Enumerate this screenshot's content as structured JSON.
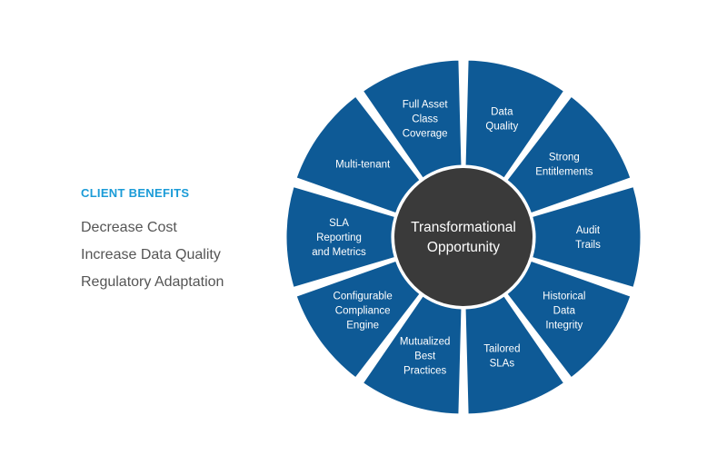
{
  "colors": {
    "segment_fill": "#0e5a96",
    "segment_stroke": "#ffffff",
    "center_fill": "#3a3a3a",
    "heading_accent": "#1a9bd7",
    "benefit_text": "#555555"
  },
  "client_benefits": {
    "heading": "CLIENT BENEFITS",
    "items": [
      "Decrease Cost",
      "Increase Data Quality",
      "Regulatory Adaptation"
    ]
  },
  "wheel": {
    "center_label": [
      "Transformational",
      "Opportunity"
    ],
    "segments": [
      {
        "lines": [
          "Data",
          "Quality"
        ]
      },
      {
        "lines": [
          "Strong",
          "Entitlements"
        ]
      },
      {
        "lines": [
          "Audit",
          "Trails"
        ]
      },
      {
        "lines": [
          "Historical",
          "Data",
          "Integrity"
        ]
      },
      {
        "lines": [
          "Tailored",
          "SLAs"
        ]
      },
      {
        "lines": [
          "Mutualized",
          "Best",
          "Practices"
        ]
      },
      {
        "lines": [
          "Configurable",
          "Compliance",
          "Engine"
        ]
      },
      {
        "lines": [
          "SLA",
          "Reporting",
          "and Metrics"
        ]
      },
      {
        "lines": [
          "Multi-tenant"
        ]
      },
      {
        "lines": [
          "Full Asset",
          "Class",
          "Coverage"
        ]
      }
    ]
  }
}
